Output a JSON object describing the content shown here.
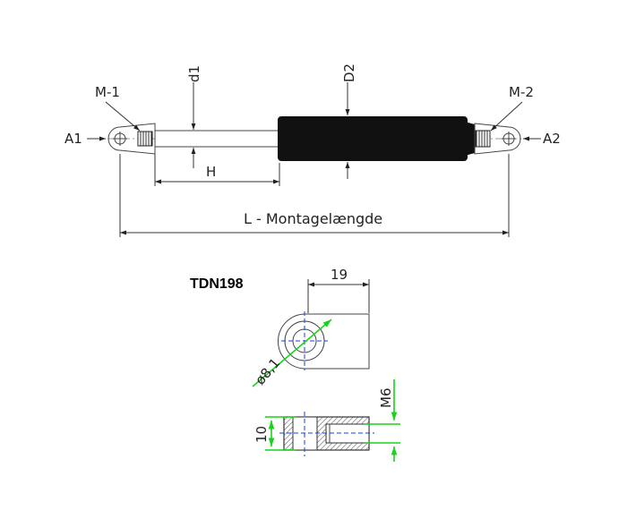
{
  "main_drawing": {
    "label_m1": "M-1",
    "label_m2": "M-2",
    "label_a1": "A1",
    "label_a2": "A2",
    "label_d1": "d1",
    "label_D2": "D2",
    "label_H": "H",
    "label_L": "L - Montagelængde"
  },
  "detail": {
    "title": "TDN198",
    "dim_width": "19",
    "dim_hole": "ø8,1",
    "dim_thread": "M6",
    "dim_height": "10"
  },
  "colors": {
    "body": "#111111",
    "highlight_dim": "#18d418",
    "centerline_blue": "#1a3fd6"
  }
}
